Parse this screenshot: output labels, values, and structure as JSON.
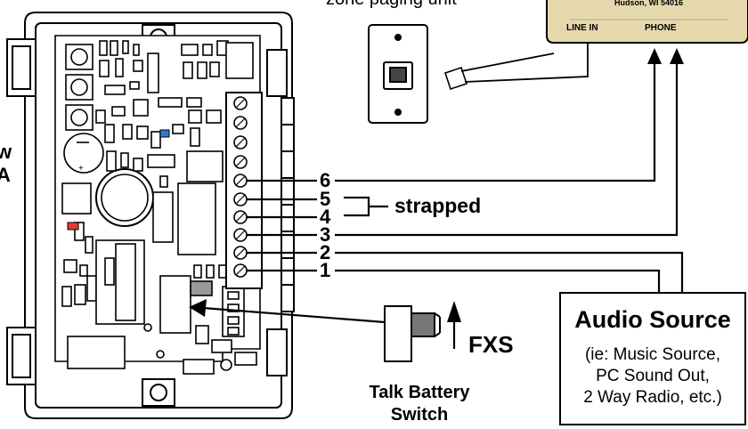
{
  "labels": {
    "top_caption": "zone paging unit",
    "strapped": "strapped",
    "fxs": "FXS",
    "talk_battery": [
      "Talk Battery",
      "Switch"
    ],
    "left_edge_letters": [
      "w",
      "A"
    ]
  },
  "terminals": [
    "6",
    "5",
    "4",
    "3",
    "2",
    "1"
  ],
  "paging_unit": {
    "address": "Hudson, WI 54016",
    "line_in": "LINE IN",
    "phone": "PHONE",
    "body_color": "#e6d8ad"
  },
  "audio_source": {
    "title": "Audio Source",
    "lines": [
      "(ie: Music Source,",
      "PC Sound Out,",
      "2 Way Radio, etc.)"
    ]
  },
  "colors": {
    "blue_led": "#2e7bd6",
    "red_led": "#e23b2e"
  }
}
